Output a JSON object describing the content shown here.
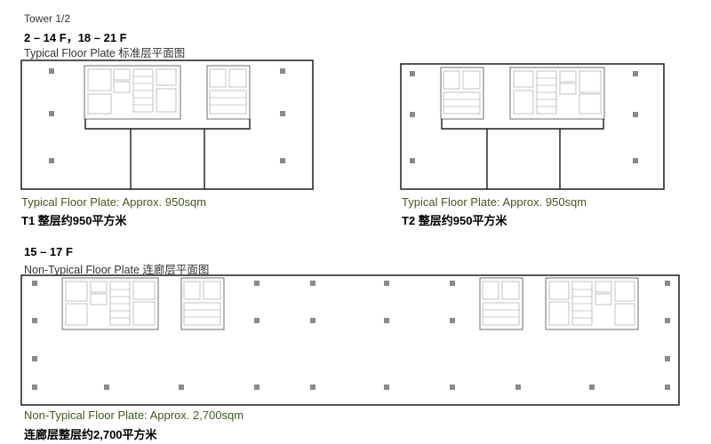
{
  "header": {
    "tower": "Tower 1/2",
    "floors_top": "2 – 14 F，18 – 21 F",
    "typical_title": "Typical Floor Plate 标准层平面图"
  },
  "plate_t1": {
    "caption_en": "Typical Floor Plate: Approx. 950sqm",
    "caption_cn": "T1 整层约950平方米"
  },
  "plate_t2": {
    "caption_en": "Typical Floor Plate: Approx. 950sqm",
    "caption_cn": "T2 整层约950平方米"
  },
  "section_bottom": {
    "floors": "15 – 17 F",
    "title": "Non-Typical Floor Plate 连廊层平面图"
  },
  "plate_link": {
    "caption_en": "Non-Typical Floor Plate: Approx. 2,700sqm",
    "caption_cn": "连廊层整层约2,700平方米"
  },
  "colors": {
    "caption_green": "#3f5a20",
    "outline": "#2a2a2a",
    "column": "#8a8a8a"
  }
}
